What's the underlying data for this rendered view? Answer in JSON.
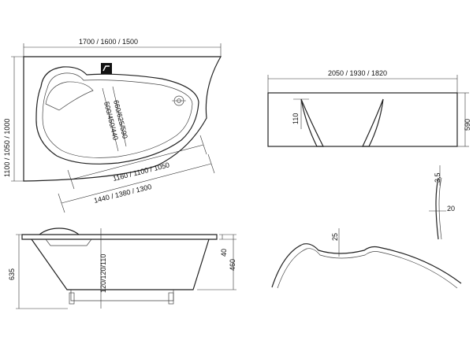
{
  "top_view": {
    "width_label": "1700 / 1600 / 1500",
    "depth_label": "1100 / 1050 / 1000",
    "inner_long_label": "1160 / 1100 / 1050",
    "outer_long_label": "1440 / 1380 / 1300",
    "inner_width_label_a": "660/625/590",
    "inner_width_label_b": "500/450/440"
  },
  "front_view": {
    "height_label": "635",
    "rim_label": "40",
    "tub_height_label": "460",
    "leg_label": "120/120/110"
  },
  "panel_view": {
    "length_label": "2050 / 1930 / 1820",
    "panel_height_label": "590",
    "cutout_label": "110"
  },
  "profile_view": {
    "top_label": "3,5",
    "depth_label": "20"
  },
  "panel_section": {
    "gap_label": "25"
  }
}
